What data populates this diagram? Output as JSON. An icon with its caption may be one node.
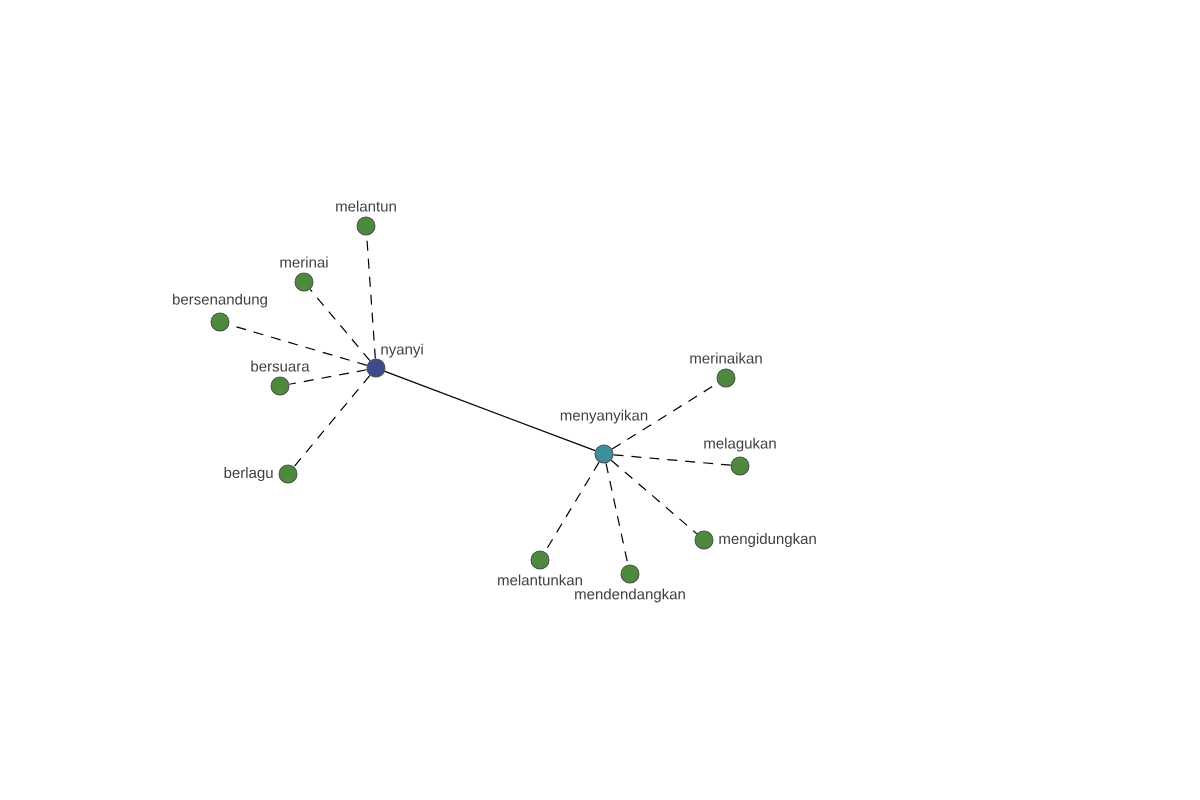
{
  "diagram": {
    "nodes": [
      {
        "text": [
          "nyanyi"
        ]
      },
      {
        "text": [
          "menyanyikan"
        ]
      },
      {
        "text": [
          "melantun"
        ]
      },
      {
        "text": [
          "merinai"
        ]
      },
      {
        "text": [
          "bersenandung"
        ]
      },
      {
        "text": [
          "bersuara"
        ]
      },
      {
        "text": [
          "berlagu"
        ]
      },
      {
        "text": [
          "merinaikan"
        ]
      },
      {
        "text": [
          "melagukan"
        ]
      },
      {
        "text": [
          "mengidungkan"
        ]
      },
      {
        "text": [
          "melantunkan"
        ]
      },
      {
        "text": [
          "mendendangkan"
        ]
      }
    ],
    "edges": [
      {
        "from": 0,
        "to": 1,
        "arrow": "none"
      },
      {
        "from": 0,
        "to": 2,
        "arrow": "none",
        "style": "dashed"
      },
      {
        "from": 0,
        "to": 3,
        "arrow": "none",
        "style": "dashed"
      },
      {
        "from": 0,
        "to": 4,
        "arrow": "none",
        "style": "dashed"
      },
      {
        "from": 0,
        "to": 5,
        "arrow": "none",
        "style": "dashed"
      },
      {
        "from": 0,
        "to": 6,
        "arrow": "none",
        "style": "dashed"
      },
      {
        "from": 1,
        "to": 7,
        "arrow": "none",
        "style": "dashed"
      },
      {
        "from": 1,
        "to": 8,
        "arrow": "none",
        "style": "dashed"
      },
      {
        "from": 1,
        "to": 9,
        "arrow": "none",
        "style": "dashed"
      },
      {
        "from": 1,
        "to": 10,
        "arrow": "none",
        "style": "dashed"
      },
      {
        "from": 1,
        "to": 11,
        "arrow": "none",
        "style": "dashed"
      }
    ]
  }
}
